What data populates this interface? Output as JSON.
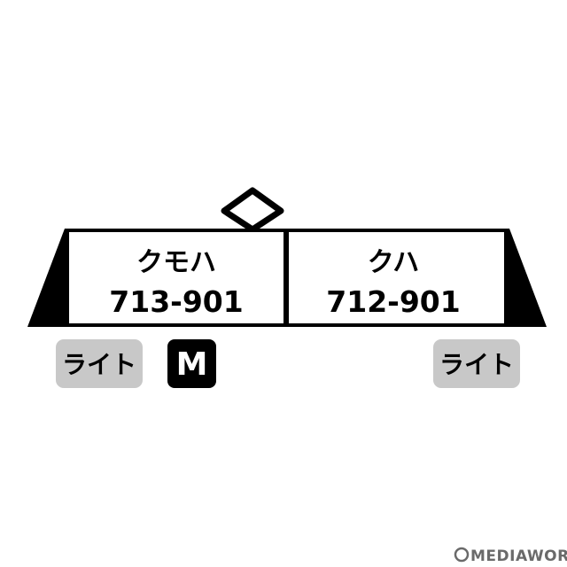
{
  "colors": {
    "background": "#ffffff",
    "stroke": "#000000",
    "light_badge": "#c8c8c8",
    "motor_badge": "#000000",
    "motor_badge_text": "#ffffff",
    "watermark": "#6a6a6a"
  },
  "train": {
    "pantograph_icon": "diamond-pantograph-icon",
    "cars": [
      {
        "type": "クモハ",
        "number": "713-901"
      },
      {
        "type": "クハ",
        "number": "712-901"
      }
    ]
  },
  "badges": {
    "left_light": "ライト",
    "motor": "M",
    "right_light": "ライト"
  },
  "watermark": {
    "text": "MEDIAWORLD"
  }
}
